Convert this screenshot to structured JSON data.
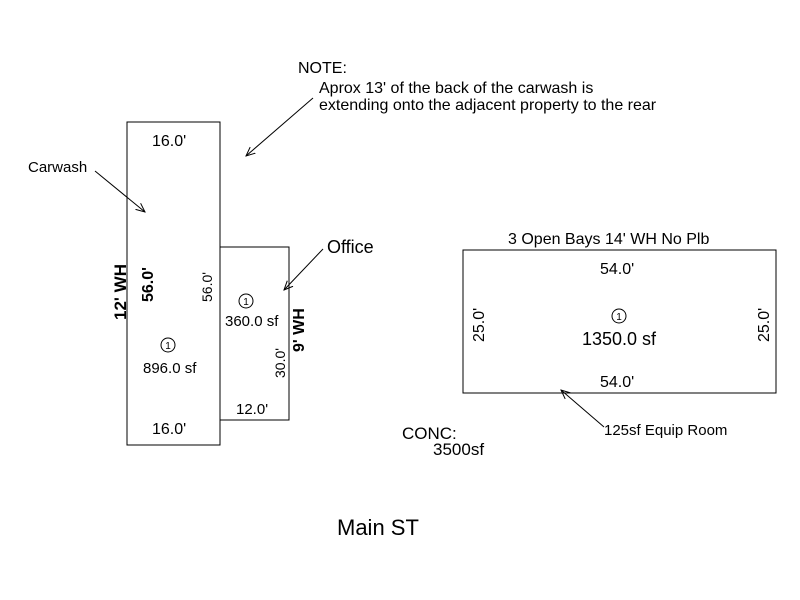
{
  "note": {
    "heading": "NOTE:",
    "line1": "Aprox 13' of the back of the carwash is",
    "line2": "extending onto the adjacent property to the rear"
  },
  "carwash": {
    "label": "Carwash",
    "top_dim": "16.0'",
    "bottom_dim": "16.0'",
    "side_dim": "56.0'",
    "wall_height": "12' WH",
    "marker": "1",
    "area": "896.0 sf"
  },
  "office": {
    "label": "Office",
    "side_dim_left": "56.0'",
    "side_dim_right": "30.0'",
    "bottom_dim": "12.0'",
    "wall_height": "9' WH",
    "marker": "1",
    "area": "360.0 sf"
  },
  "bays": {
    "title": "3 Open Bays 14' WH No Plb",
    "top_dim": "54.0'",
    "bottom_dim": "54.0'",
    "left_dim": "25.0'",
    "right_dim": "25.0'",
    "marker": "1",
    "area": "1350.0 sf",
    "equip_note": "125sf Equip Room"
  },
  "conc": {
    "label": "CONC:",
    "area": "3500sf"
  },
  "street": "Main ST"
}
